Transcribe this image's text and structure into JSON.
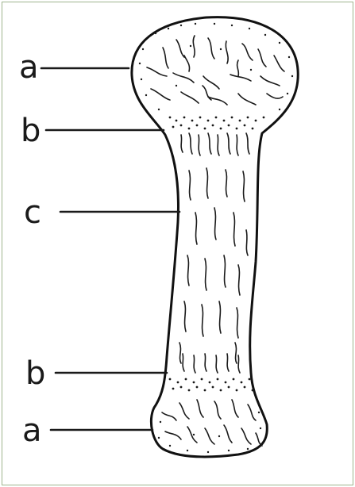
{
  "diagram": {
    "labels": [
      {
        "id": "top-a",
        "text": "a"
      },
      {
        "id": "top-b",
        "text": "b"
      },
      {
        "id": "shaft-c",
        "text": "c"
      },
      {
        "id": "bottom-b",
        "text": "b"
      },
      {
        "id": "bottom-a",
        "text": "a"
      }
    ],
    "colors": {
      "ink": "#1a1a1a",
      "frame": "#9fb58e",
      "background": "#ffffff"
    }
  }
}
